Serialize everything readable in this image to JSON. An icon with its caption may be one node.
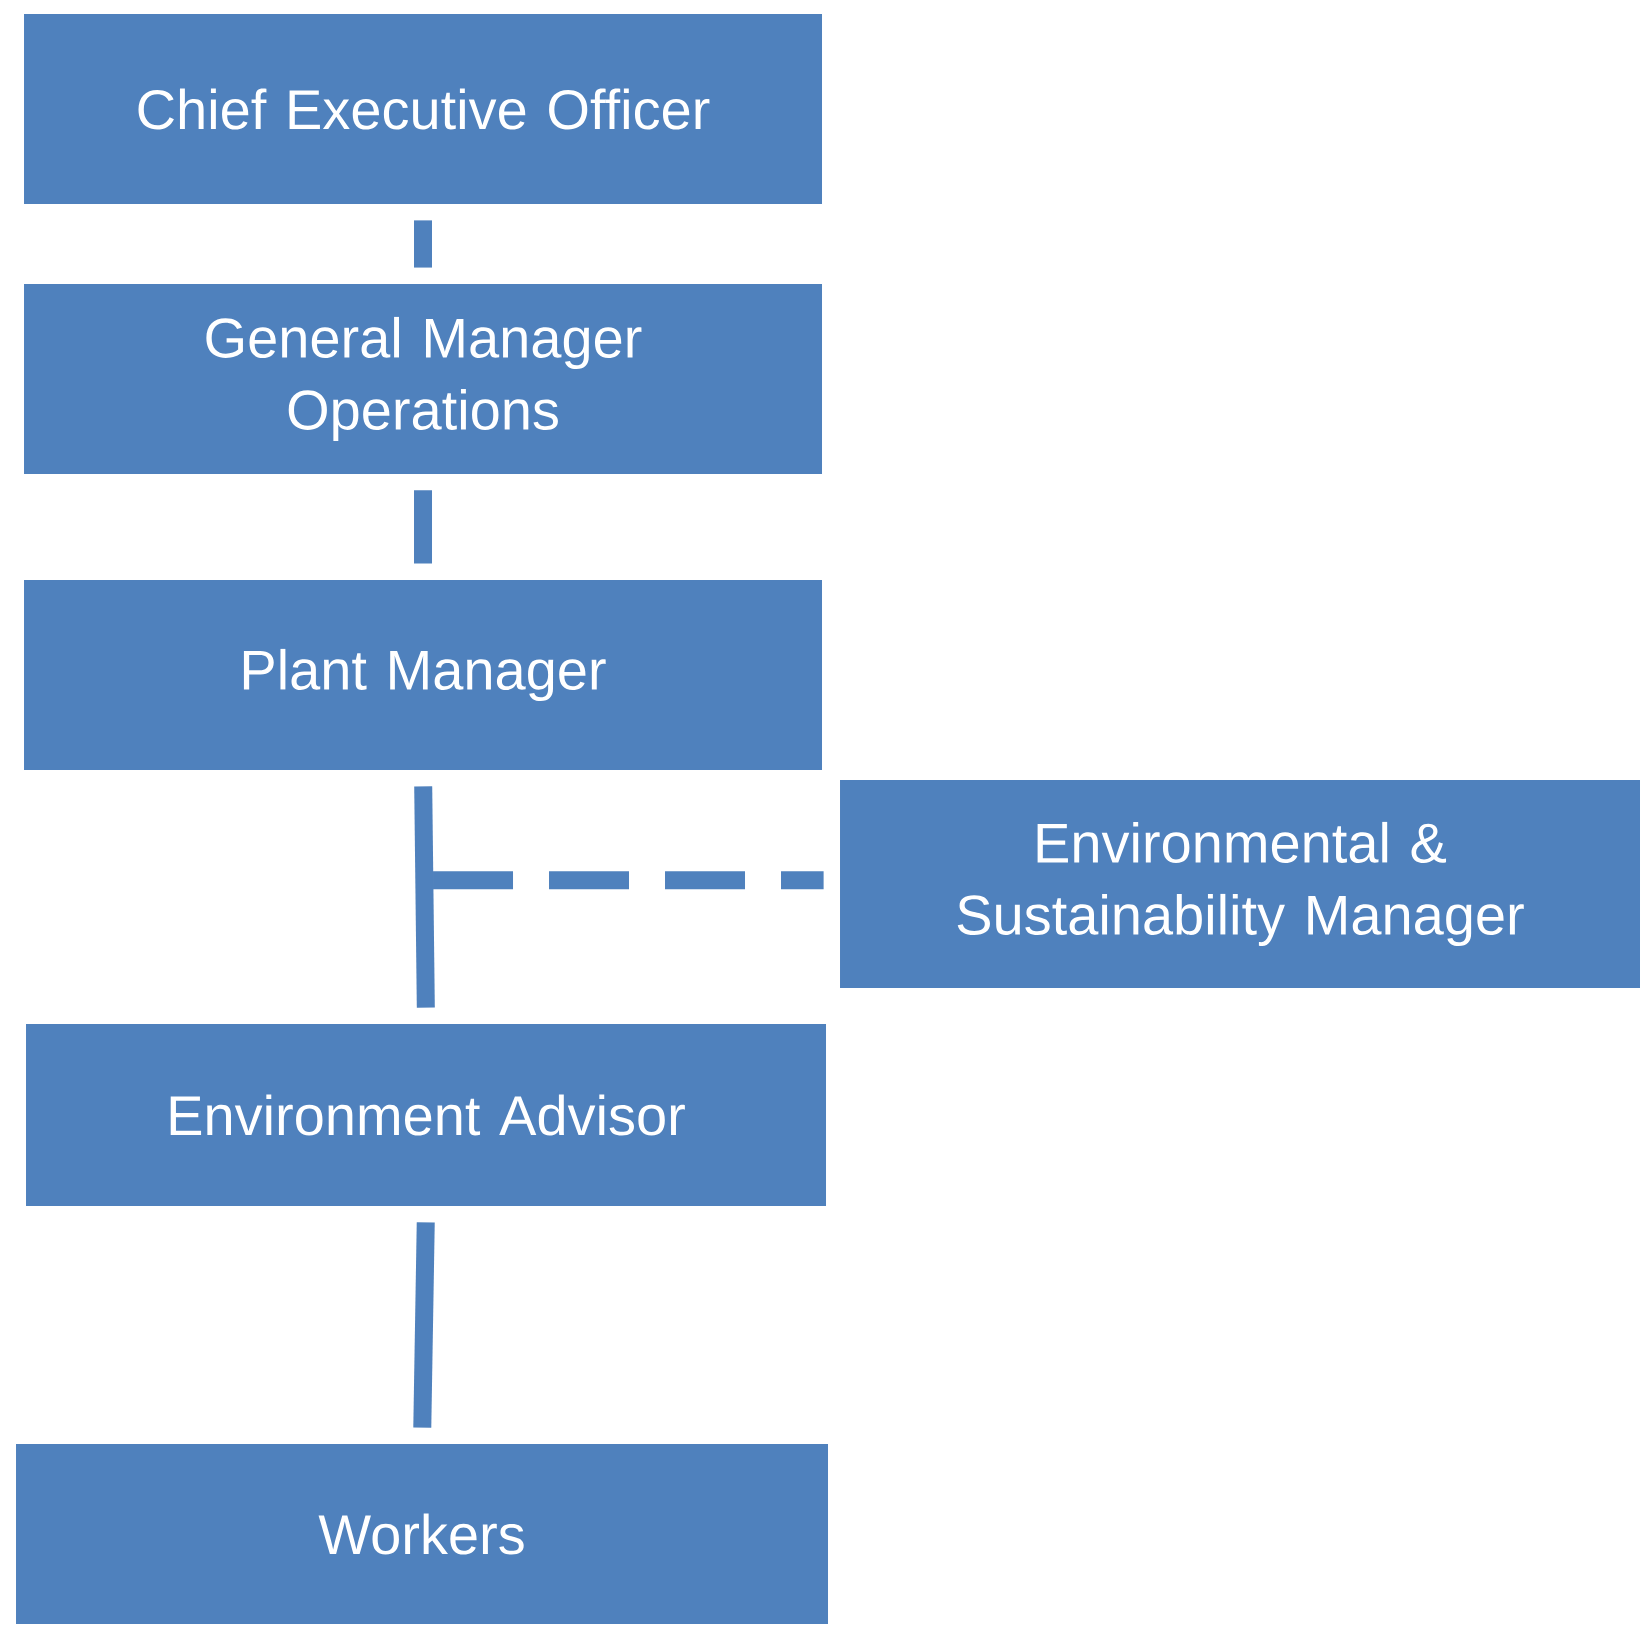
{
  "diagram": {
    "nodes": [
      {
        "text": [
          "Chief Executive Officer"
        ]
      },
      {
        "text": [
          "General Manager Operations"
        ]
      },
      {
        "text": [
          "Plant Manager"
        ]
      },
      {
        "text": [
          "Environmental & Sustainability Manager"
        ]
      },
      {
        "text": [
          "Environment Advisor"
        ]
      },
      {
        "text": [
          "Workers"
        ]
      }
    ],
    "edges": [
      {
        "from": 0,
        "to": 1,
        "arrow": "none"
      },
      {
        "from": 1,
        "to": 2,
        "arrow": "none"
      },
      {
        "from": 2,
        "to": 4,
        "arrow": "none"
      },
      {
        "from": 2,
        "to": 3,
        "arrow": "none",
        "style": "dashed"
      },
      {
        "from": 4,
        "to": 5,
        "arrow": "none"
      }
    ]
  }
}
